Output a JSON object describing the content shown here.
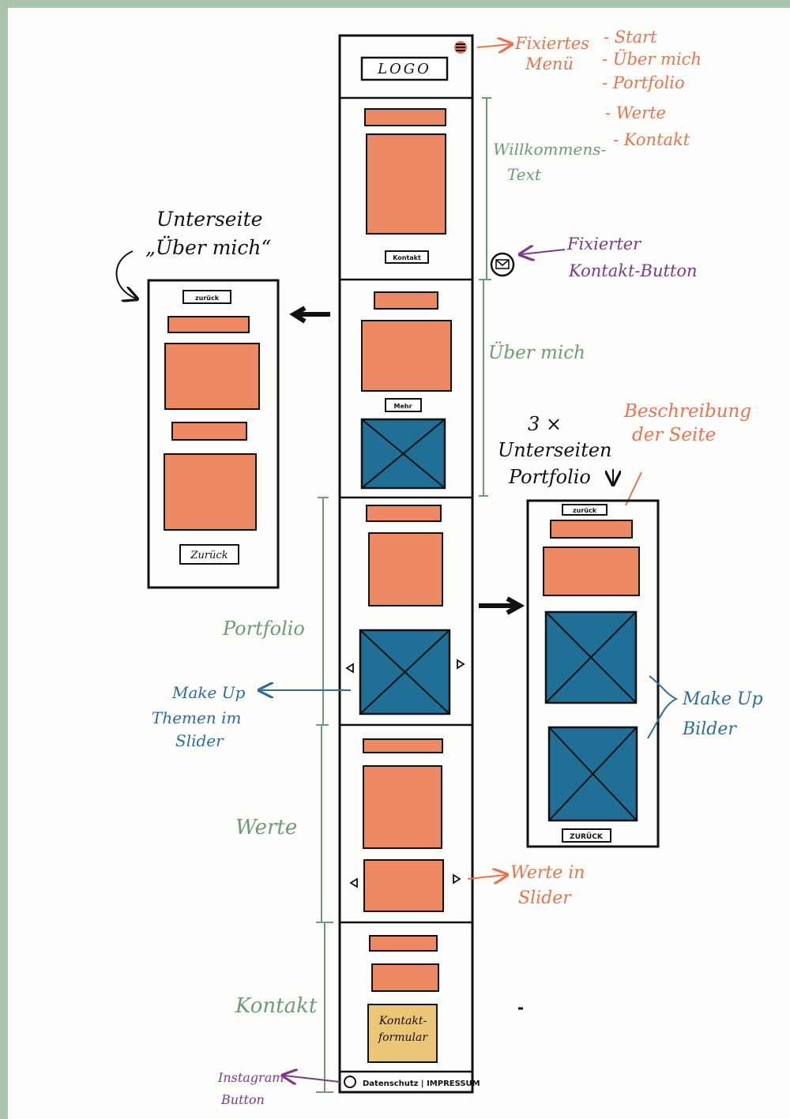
{
  "colors": {
    "ink": "#111111",
    "orange_block": "#ee8a63",
    "blue_image": "#1f6f97",
    "yellow_form": "#ecc677",
    "orange_note": "#e9734e",
    "green_note": "#6f9a76",
    "purple_note": "#7b3a86",
    "blue_note": "#2e6d98",
    "page_border": "#a9c3ac"
  },
  "icons": {
    "menu": "hamburger-menu-icon",
    "contact": "envelope-icon",
    "instagram": "instagram-icon",
    "slider_prev": "triangle-left-icon",
    "slider_next": "triangle-right-icon"
  },
  "main_page": {
    "logo": "LOGO",
    "intro_button": "Kontakt",
    "about_button": "Mehr",
    "contact_form": [
      "Kontakt-",
      "formular"
    ],
    "footer": "Datenschutz | IMPRESSUM"
  },
  "annotations": {
    "fixed_menu": [
      "Fixiertes",
      "Menü"
    ],
    "menu_items": [
      "- Start",
      "- Über mich",
      "- Portfolio",
      "- Werte",
      "- Kontakt"
    ],
    "welcome_text": [
      "Willkommens-",
      "Text"
    ],
    "fixed_contact_button": [
      "Fixierter",
      "Kontakt-Button"
    ],
    "about_me": "Über mich",
    "portfolio_subpages": [
      "3 ×",
      "Unterseiten",
      "Portfolio"
    ],
    "page_description": [
      "Beschreibung",
      "der Seite"
    ],
    "portfolio": "Portfolio",
    "makeup_themes": [
      "Make Up",
      "Themen im",
      "Slider"
    ],
    "makeup_images": [
      "Make Up",
      "Bilder"
    ],
    "values": "Werte",
    "values_slider": [
      "Werte in",
      "Slider"
    ],
    "contact": "Kontakt",
    "instagram_button": [
      "Instagram",
      "Button"
    ]
  },
  "subpage_about": {
    "title": [
      "Unterseite",
      "„Über mich“"
    ],
    "back_top": "zurück",
    "back_bottom": "Zurück"
  },
  "subpage_portfolio": {
    "back_top": "zurück",
    "back_bottom": "ZURÜCK"
  }
}
